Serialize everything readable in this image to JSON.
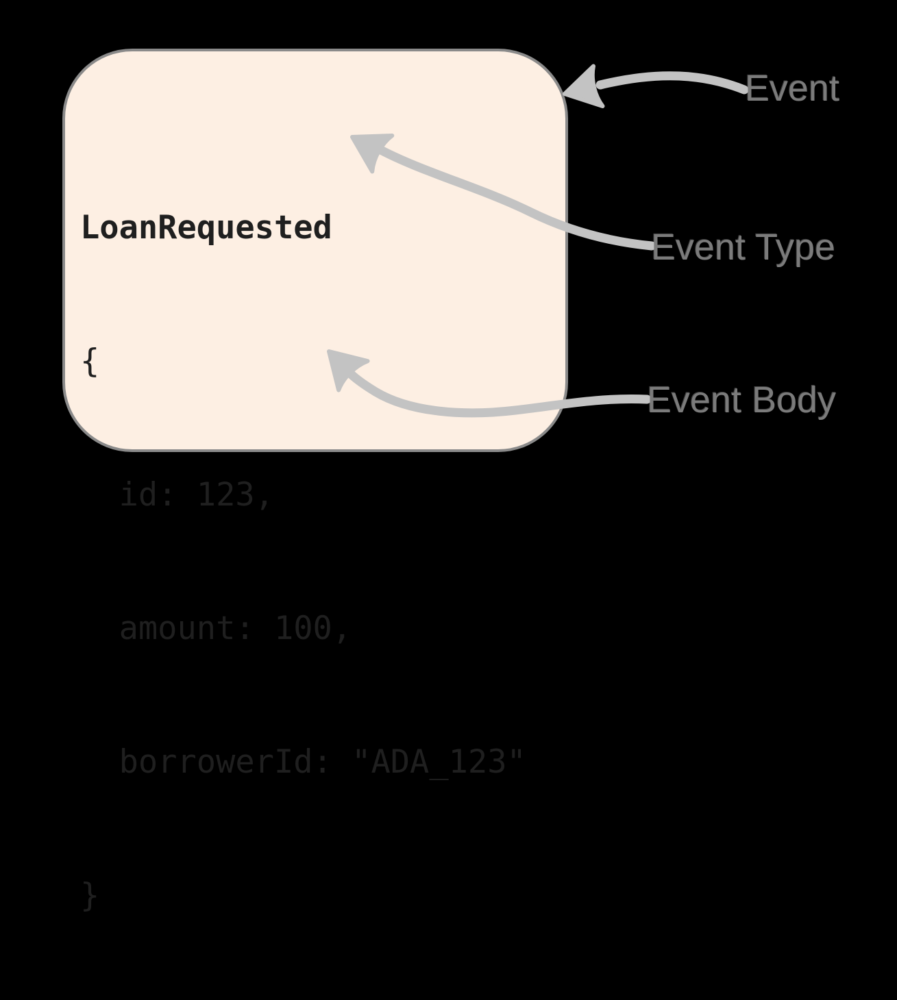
{
  "diagram": {
    "event_card": {
      "event_type": "LoanRequested",
      "body_lines": [
        "{",
        "  id: 123,",
        "  amount: 100,",
        "  borrowerId: \"ADA_123\"",
        "}"
      ]
    },
    "annotations": {
      "event_label": "Event",
      "event_type_label": "Event Type",
      "event_body_label": "Event Body"
    },
    "colors": {
      "background": "#000000",
      "card_fill": "#fdefe3",
      "card_border": "#8a8a8a",
      "code_text": "#1f1f1f",
      "arrow": "#c3c3c3",
      "label_text": "#7b7b7b"
    }
  }
}
